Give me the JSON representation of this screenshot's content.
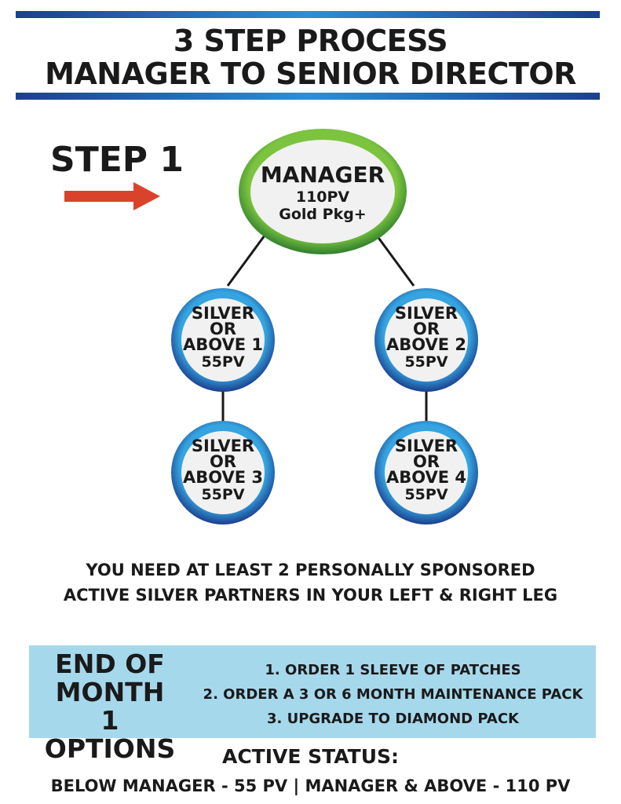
{
  "header": {
    "title_line1": "3 STEP PROCESS",
    "title_line2": "MANAGER TO SENIOR DIRECTOR"
  },
  "step_label": "STEP 1",
  "colors": {
    "bar": "#1d3f8f",
    "arrow": "#d9432b",
    "manager_ring": "#4aa23a",
    "silver_ring": "#2360b8",
    "box": "#a6d8ec"
  },
  "tree": {
    "manager": {
      "title": "MANAGER",
      "pv": "110PV",
      "pkg": "Gold Pkg+"
    },
    "nodes": [
      {
        "line1": "SILVER",
        "line2": "OR",
        "line3": "ABOVE 1",
        "pv": "55PV"
      },
      {
        "line1": "SILVER",
        "line2": "OR",
        "line3": "ABOVE 2",
        "pv": "55PV"
      },
      {
        "line1": "SILVER",
        "line2": "OR",
        "line3": "ABOVE 3",
        "pv": "55PV"
      },
      {
        "line1": "SILVER",
        "line2": "OR",
        "line3": "ABOVE 4",
        "pv": "55PV"
      }
    ]
  },
  "requirement": {
    "line1": "YOU NEED AT LEAST 2 PERSONALLY SPONSORED",
    "line2": "ACTIVE SILVER PARTNERS IN YOUR LEFT & RIGHT LEG"
  },
  "options_box": {
    "title_line1": "END OF",
    "title_line2": "MONTH 1",
    "title_line3": "OPTIONS",
    "items": [
      "1. ORDER 1 SLEEVE OF PATCHES",
      "2. ORDER A 3 OR 6 MONTH MAINTENANCE PACK",
      "3. UPGRADE TO DIAMOND PACK"
    ]
  },
  "active_status": {
    "heading": "ACTIVE STATUS:",
    "detail": "BELOW MANAGER - 55 PV | MANAGER & ABOVE - 110 PV"
  }
}
